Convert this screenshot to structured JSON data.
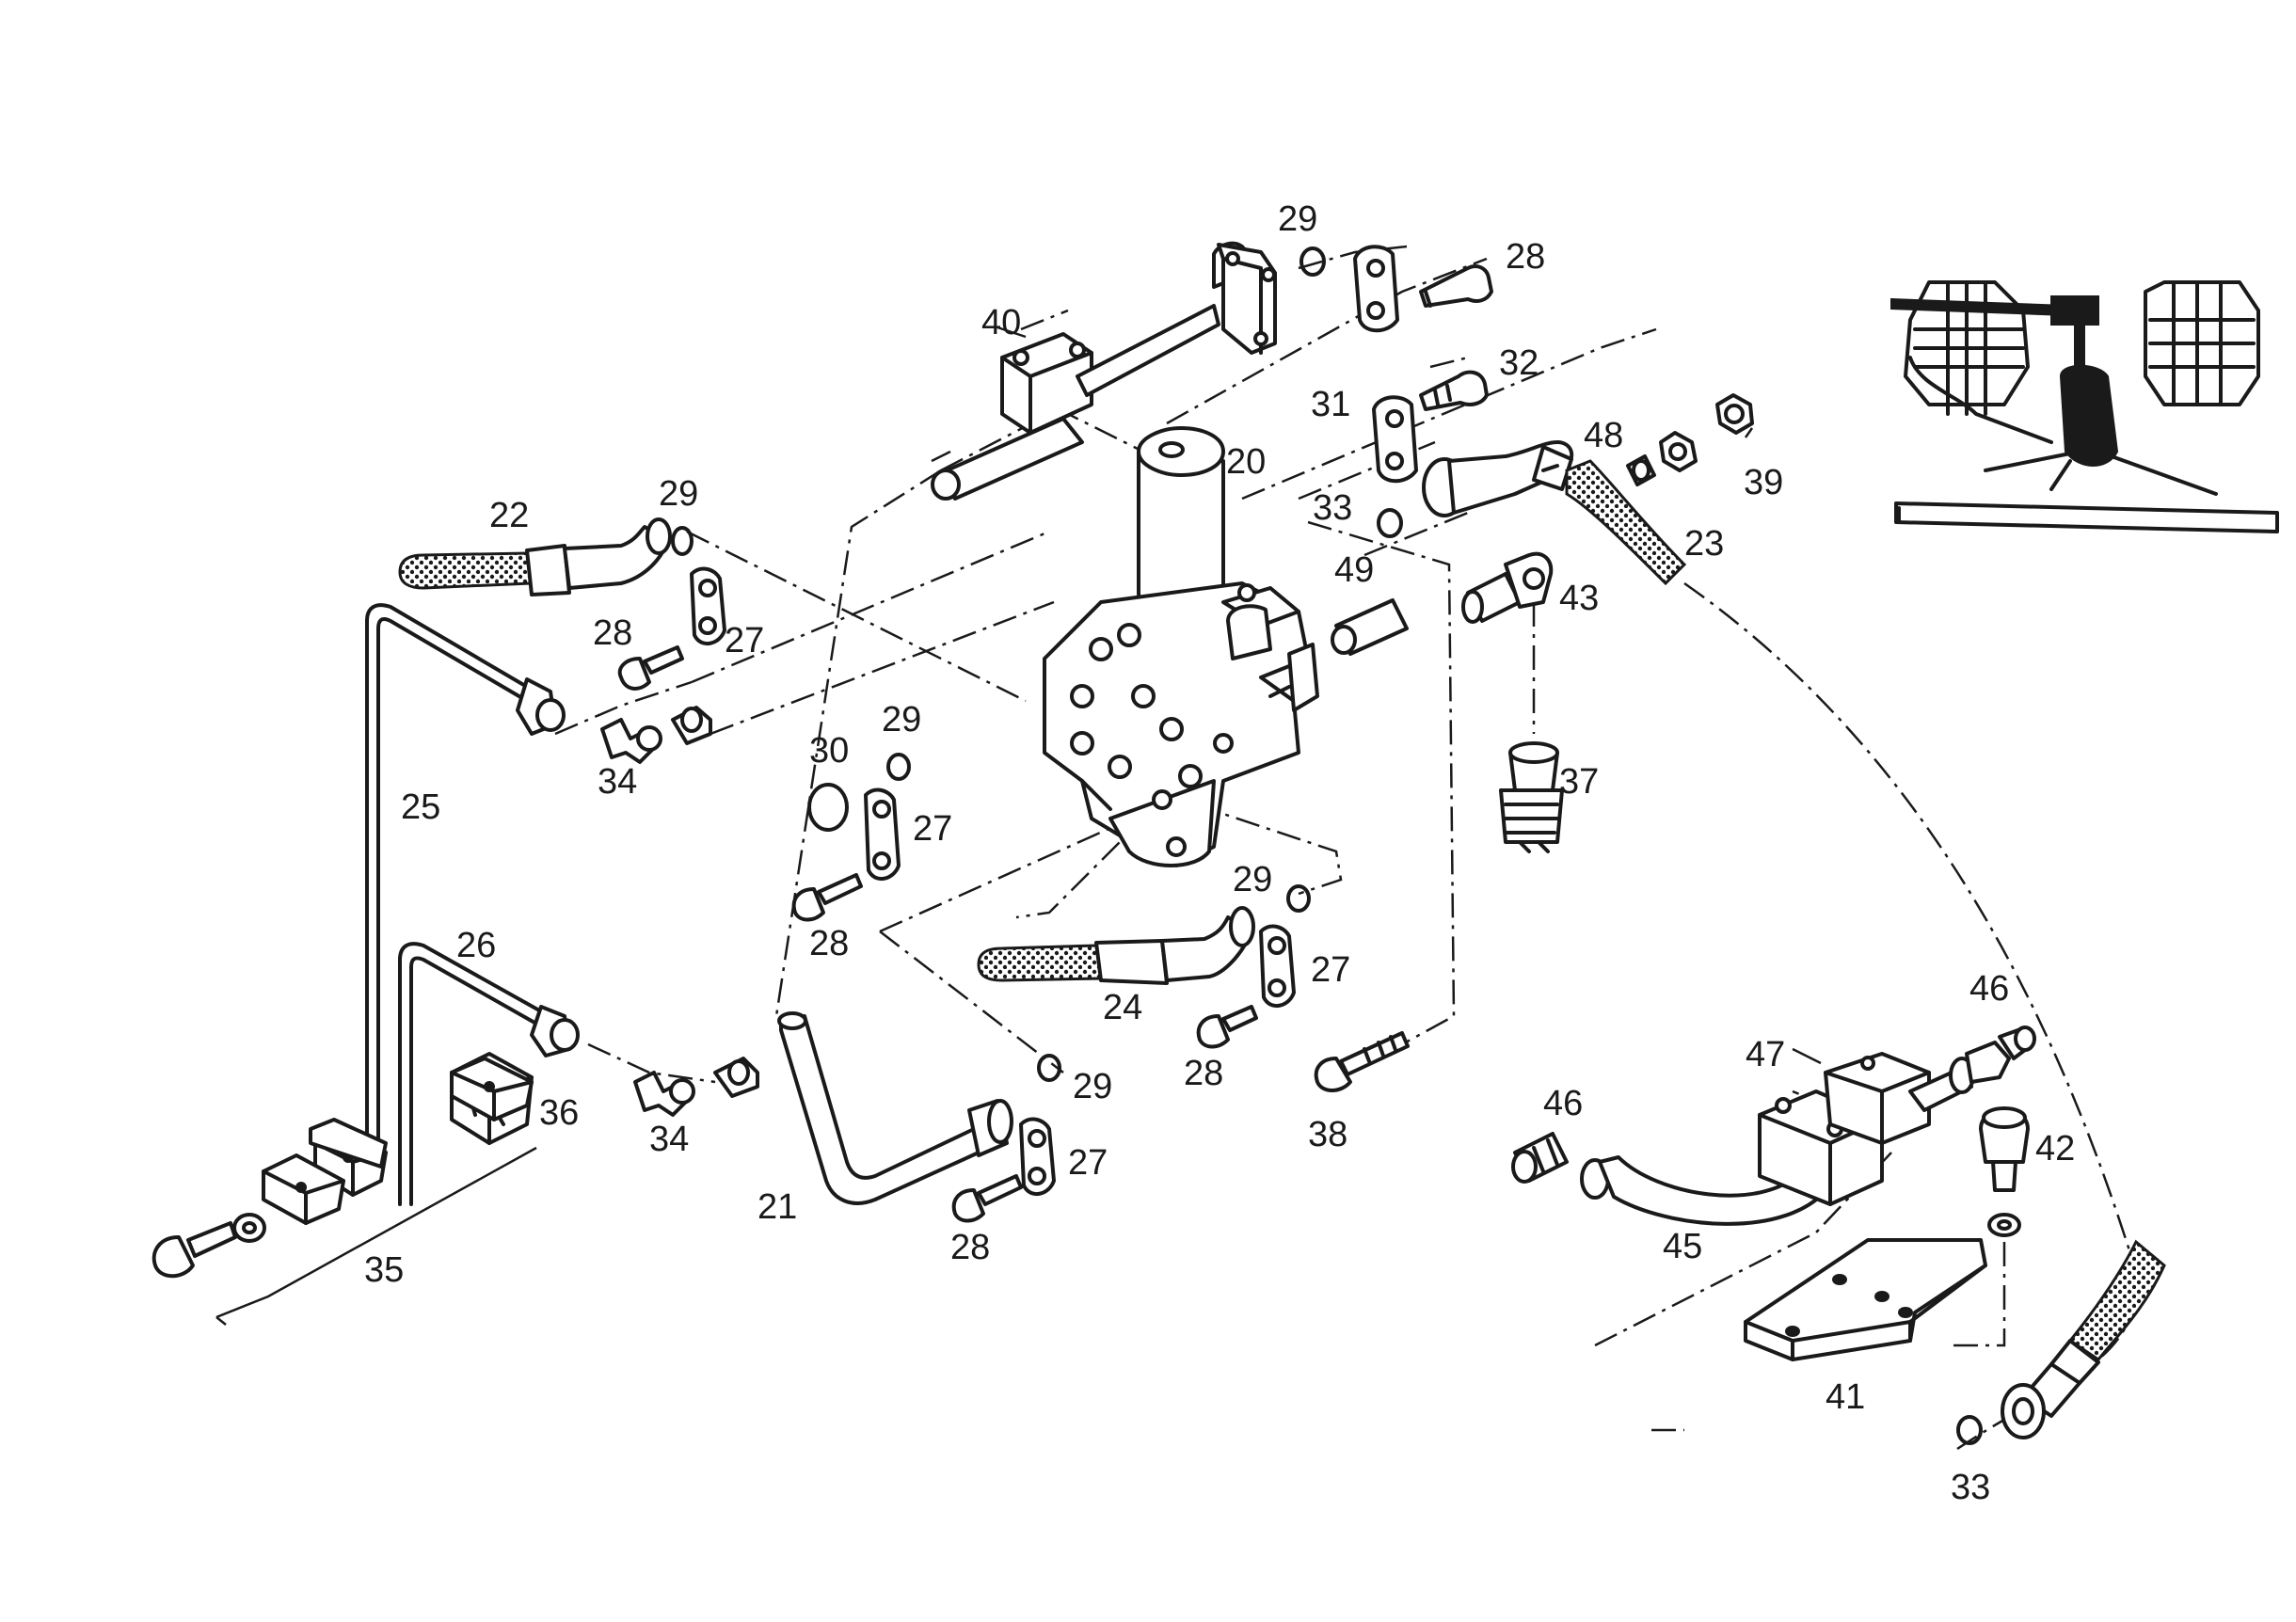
{
  "diagram": {
    "labels": [
      {
        "id": "20",
        "text": "20"
      },
      {
        "id": "21",
        "text": "21"
      },
      {
        "id": "22",
        "text": "22"
      },
      {
        "id": "23",
        "text": "23"
      },
      {
        "id": "24",
        "text": "24"
      },
      {
        "id": "25",
        "text": "25"
      },
      {
        "id": "26",
        "text": "26"
      },
      {
        "id": "27a",
        "text": "27"
      },
      {
        "id": "27b",
        "text": "27"
      },
      {
        "id": "27c",
        "text": "27"
      },
      {
        "id": "27d",
        "text": "27"
      },
      {
        "id": "28a",
        "text": "28"
      },
      {
        "id": "28b",
        "text": "28"
      },
      {
        "id": "28c",
        "text": "28"
      },
      {
        "id": "28d",
        "text": "28"
      },
      {
        "id": "28e",
        "text": "28"
      },
      {
        "id": "29a",
        "text": "29"
      },
      {
        "id": "29b",
        "text": "29"
      },
      {
        "id": "29c",
        "text": "29"
      },
      {
        "id": "29d",
        "text": "29"
      },
      {
        "id": "29e",
        "text": "29"
      },
      {
        "id": "30",
        "text": "30"
      },
      {
        "id": "31",
        "text": "31"
      },
      {
        "id": "32",
        "text": "32"
      },
      {
        "id": "33a",
        "text": "33"
      },
      {
        "id": "33b",
        "text": "33"
      },
      {
        "id": "34a",
        "text": "34"
      },
      {
        "id": "34b",
        "text": "34"
      },
      {
        "id": "35",
        "text": "35"
      },
      {
        "id": "36",
        "text": "36"
      },
      {
        "id": "37",
        "text": "37"
      },
      {
        "id": "38",
        "text": "38"
      },
      {
        "id": "39",
        "text": "39"
      },
      {
        "id": "40",
        "text": "40"
      },
      {
        "id": "41",
        "text": "41"
      },
      {
        "id": "42",
        "text": "42"
      },
      {
        "id": "43",
        "text": "43"
      },
      {
        "id": "45",
        "text": "45"
      },
      {
        "id": "46a",
        "text": "46"
      },
      {
        "id": "46b",
        "text": "46"
      },
      {
        "id": "47",
        "text": "47"
      },
      {
        "id": "48",
        "text": "48"
      },
      {
        "id": "49",
        "text": "49"
      }
    ]
  }
}
